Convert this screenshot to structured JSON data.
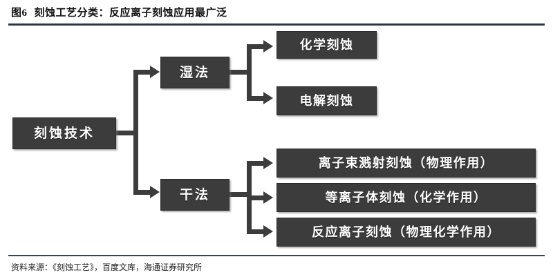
{
  "figure": {
    "index_label": "图6",
    "title": "刻蚀工艺分类：反应离子刻蚀应用最广泛",
    "source": "资料来源：《刻蚀工艺》，百度文库，海通证券研究所",
    "colors": {
      "node_fill": "#3c3c3c",
      "node_text": "#ffffff",
      "connector": "#3c3c3c",
      "rule": "#2f3640",
      "background": "#ffffff"
    }
  },
  "diagram": {
    "type": "tree",
    "root": {
      "label": "刻蚀技术"
    },
    "branches": [
      {
        "label": "湿法",
        "children": [
          {
            "label": "化学刻蚀"
          },
          {
            "label": "电解刻蚀"
          }
        ]
      },
      {
        "label": "干法",
        "children": [
          {
            "label": "离子束溅射刻蚀（物理作用）"
          },
          {
            "label": "等离子体刻蚀（化学作用）"
          },
          {
            "label": "反应离子刻蚀（物理化学作用）"
          }
        ]
      }
    ]
  }
}
